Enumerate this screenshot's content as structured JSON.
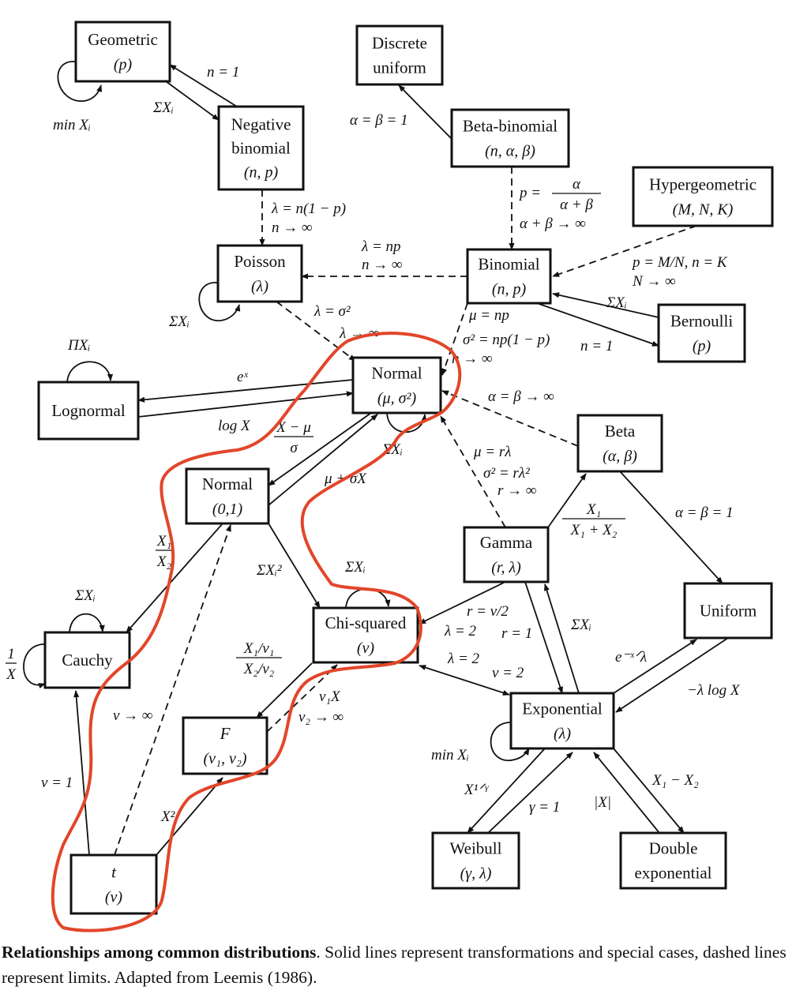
{
  "nodes": [
    {
      "id": "geometric",
      "name": "Geometric",
      "params": "(p)"
    },
    {
      "id": "discrete_uniform",
      "name": "Discrete",
      "name2": "uniform",
      "params": ""
    },
    {
      "id": "negative_binomial",
      "name": "Negative",
      "name2": "binomial",
      "params": "(n, p)"
    },
    {
      "id": "beta_binomial",
      "name": "Beta-binomial",
      "params": "(n, α, β)"
    },
    {
      "id": "hypergeometric",
      "name": "Hypergeometric",
      "params": "(M, N, K)"
    },
    {
      "id": "poisson",
      "name": "Poisson",
      "params": "(λ)"
    },
    {
      "id": "binomial",
      "name": "Binomial",
      "params": "(n,  p)"
    },
    {
      "id": "bernoulli",
      "name": "Bernoulli",
      "params": "(p)"
    },
    {
      "id": "normal",
      "name": "Normal",
      "params": "(μ, σ²)"
    },
    {
      "id": "lognormal",
      "name": "Lognormal",
      "params": ""
    },
    {
      "id": "beta",
      "name": "Beta",
      "params": "(α, β)"
    },
    {
      "id": "normal01",
      "name": "Normal",
      "params": "(0,1)"
    },
    {
      "id": "gamma",
      "name": "Gamma",
      "params": "(r, λ)"
    },
    {
      "id": "uniform",
      "name": "Uniform",
      "params": ""
    },
    {
      "id": "cauchy",
      "name": "Cauchy",
      "params": ""
    },
    {
      "id": "chi_squared",
      "name": "Chi-squared",
      "params": "(ν)"
    },
    {
      "id": "exponential",
      "name": "Exponential",
      "params": "(λ)"
    },
    {
      "id": "f",
      "name": "F",
      "params": "(ν₁, ν₂)"
    },
    {
      "id": "weibull",
      "name": "Weibull",
      "params": "(γ, λ)"
    },
    {
      "id": "double_exponential",
      "name": "Double",
      "name2": "exponential",
      "params": ""
    },
    {
      "id": "t",
      "name": "t",
      "params": "(ν)"
    }
  ],
  "edge_labels": {
    "geo_negbin": "ΣXᵢ",
    "negbin_geo": "n = 1",
    "geo_loop": "min Xᵢ",
    "betabin_disc": "α = β = 1",
    "negbin_pois_1": "λ = n(1 − p)",
    "negbin_pois_2": "n → ∞",
    "pois_loop": "ΣXᵢ",
    "bin_pois_1": "λ = np",
    "bin_pois_2": "n → ∞",
    "betabin_bin_1": "p =",
    "betabin_bin_num": "α",
    "betabin_bin_den": "α + β",
    "betabin_bin_2": "α + β → ∞",
    "hyper_bin_1": "p = M/N, n = K",
    "hyper_bin_2": "N → ∞",
    "bern_bin": "ΣXᵢ",
    "bin_bern": "n = 1",
    "pois_norm_1": "λ = σ²",
    "pois_norm_2": "λ → ∞",
    "bin_norm_1": "μ = np",
    "bin_norm_2": "σ² = np(1 − p)",
    "bin_norm_3": "n → ∞",
    "lognorm_loop": "ΠXᵢ",
    "norm_lognorm": "eˣ",
    "lognorm_norm": "log X",
    "norm_std_num": "X − μ",
    "norm_std_den": "σ",
    "norm_loop": "ΣXᵢ",
    "std_norm": "μ + σX",
    "beta_norm": "α = β → ∞",
    "gamma_norm_1": "μ = rλ",
    "gamma_norm_2": "σ² = rλ²",
    "gamma_norm_3": "r → ∞",
    "gamma_beta_num": "X₁",
    "gamma_beta_den": "X₁ + X₂",
    "beta_unif": "α = β = 1",
    "std_cauchy_num": "X₁",
    "std_cauchy_den": "X₂",
    "std_chisq": "ΣXᵢ²",
    "chisq_loop": "ΣXᵢ",
    "cauchy_loop": "ΣXᵢ",
    "cauchy_inv_num": "1",
    "cauchy_inv_den": "X",
    "gamma_chisq_1": "r = ν/2",
    "gamma_chisq_2": "λ = 2",
    "gamma_exp": "r = 1",
    "exp_gamma": "ΣXᵢ",
    "chisq_exp_1": "λ = 2",
    "chisq_exp_2": "ν = 2",
    "exp_unif": "e⁻ˣᐟλ",
    "unif_exp": "−λ log X",
    "chisq_f_num": "X₁/ν₁",
    "chisq_f_den": "X₂/ν₂",
    "f_chisq_1": "ν₁X",
    "f_chisq_2": "ν₂ → ∞",
    "t_std": "ν → ∞",
    "t_cauchy": "ν = 1",
    "t_f": "X²",
    "exp_loop": "min Xᵢ",
    "exp_weib": "X¹ᐟᵞ",
    "weib_exp": "γ = 1",
    "dexp_exp": "|X|",
    "exp_dexp": "X₁ − X₂"
  },
  "caption": {
    "bold": "Relationships among common distributions",
    "text": ". Solid lines represent transformations and special cases, dashed lines represent limits. Adapted from Leemis (1986)."
  },
  "colors": {
    "ink": "#111111",
    "highlight": "#e2462a"
  }
}
